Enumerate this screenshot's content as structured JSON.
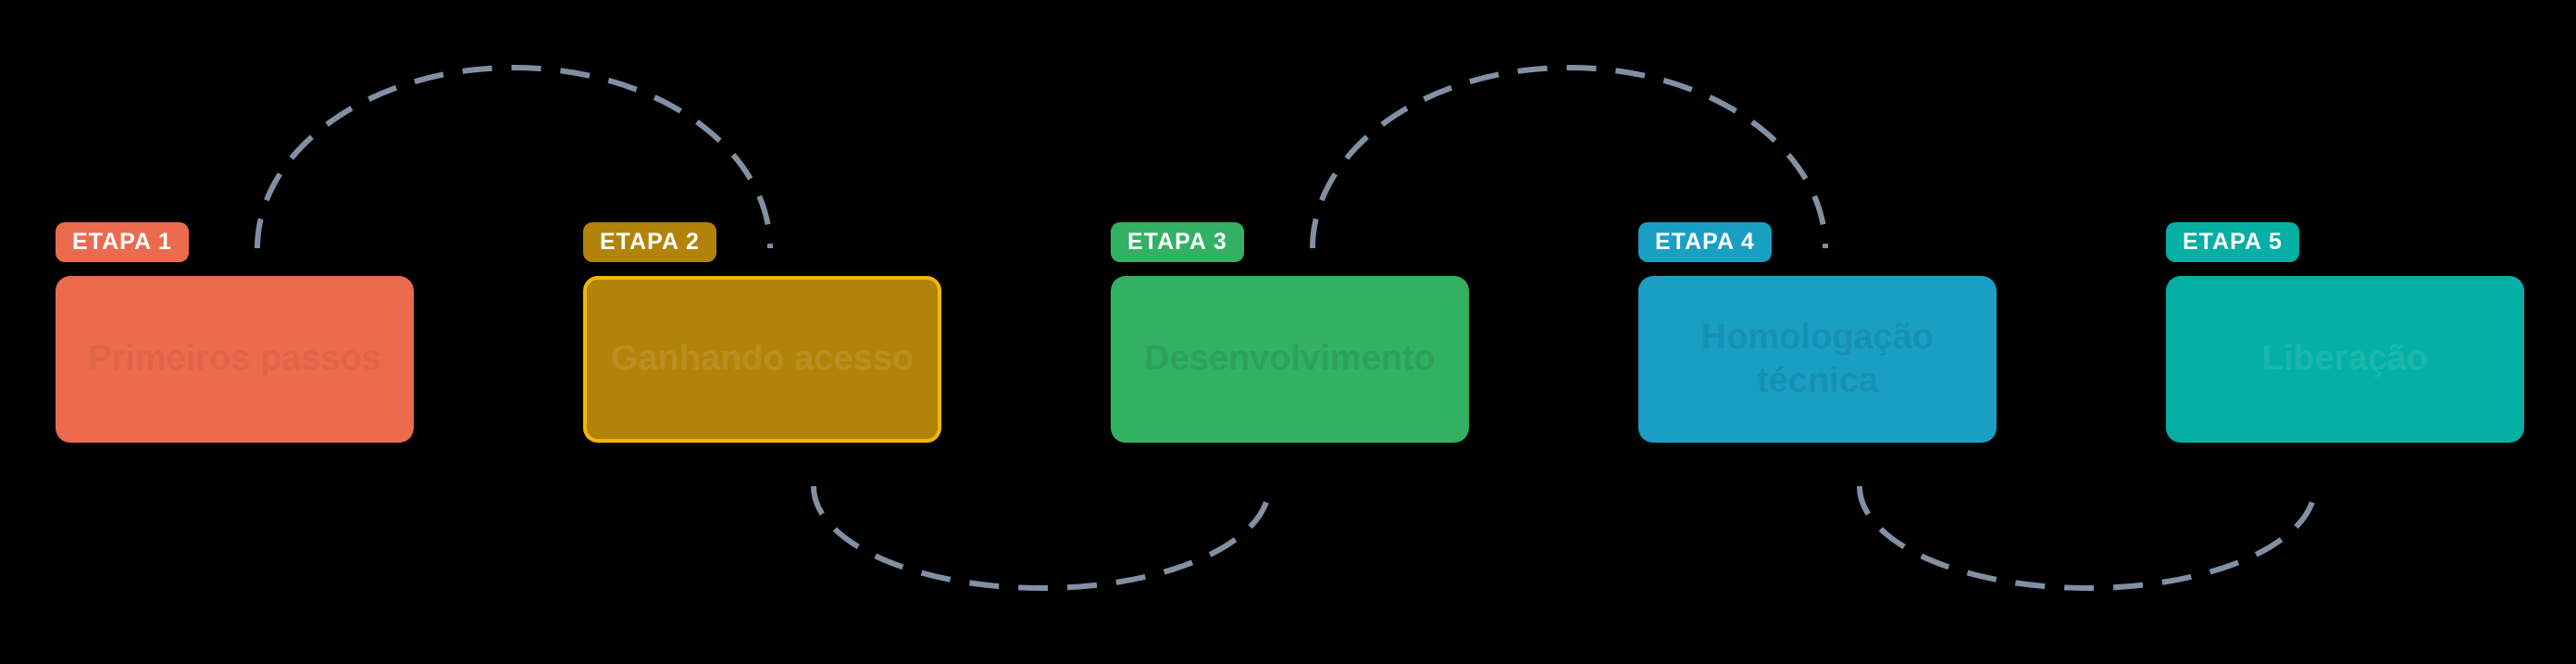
{
  "diagram": {
    "background_color": "#000000",
    "connector": {
      "color": "#8290A4",
      "style": "dashed-arc"
    },
    "stages": [
      {
        "badge": "ETAPA 1",
        "label": "Primeiros passos",
        "color": "#EB6B4E",
        "highlighted": false
      },
      {
        "badge": "ETAPA 2",
        "label": "Ganhando acesso",
        "color": "#B28309",
        "highlighted": true,
        "highlight_color": "#F2B705"
      },
      {
        "badge": "ETAPA 3",
        "label": "Desenvolvimento",
        "color": "#32B163",
        "highlighted": false
      },
      {
        "badge": "ETAPA 4",
        "label": "Homologação técnica",
        "color": "#199FC4",
        "highlighted": false
      },
      {
        "badge": "ETAPA 5",
        "label": "Liberação",
        "color": "#04AFA4",
        "highlighted": false
      }
    ]
  }
}
